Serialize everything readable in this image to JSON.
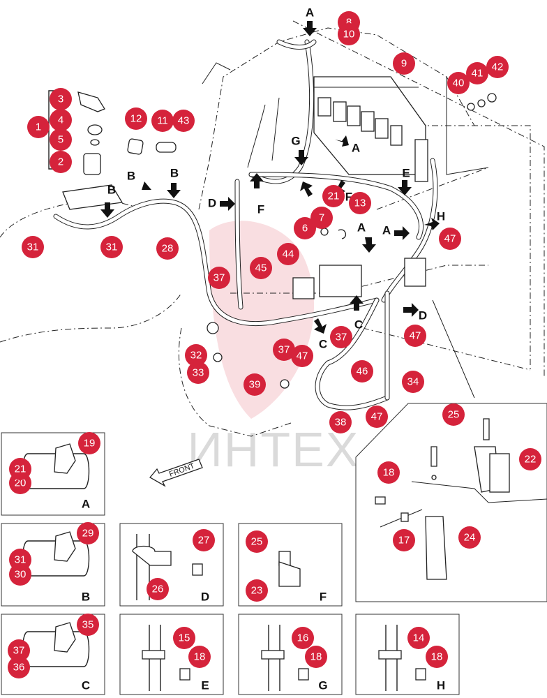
{
  "watermark": "ИНТЕХ",
  "front_label": "FRONT",
  "view_letters": [
    "A",
    "B",
    "C",
    "D",
    "E",
    "F",
    "G",
    "H"
  ],
  "callouts": [
    "1",
    "2",
    "3",
    "4",
    "5",
    "6",
    "7",
    "8",
    "9",
    "10",
    "11",
    "12",
    "13",
    "14",
    "15",
    "16",
    "17",
    "18",
    "19",
    "20",
    "21",
    "22",
    "23",
    "24",
    "25",
    "26",
    "27",
    "28",
    "29",
    "30",
    "31",
    "32",
    "33",
    "34",
    "35",
    "36",
    "37",
    "38",
    "39",
    "40",
    "41",
    "42",
    "43",
    "44",
    "45",
    "46",
    "47"
  ],
  "colors": {
    "callout": "#d5233b",
    "line": "#222222",
    "watermark": "#bdbdbd"
  }
}
